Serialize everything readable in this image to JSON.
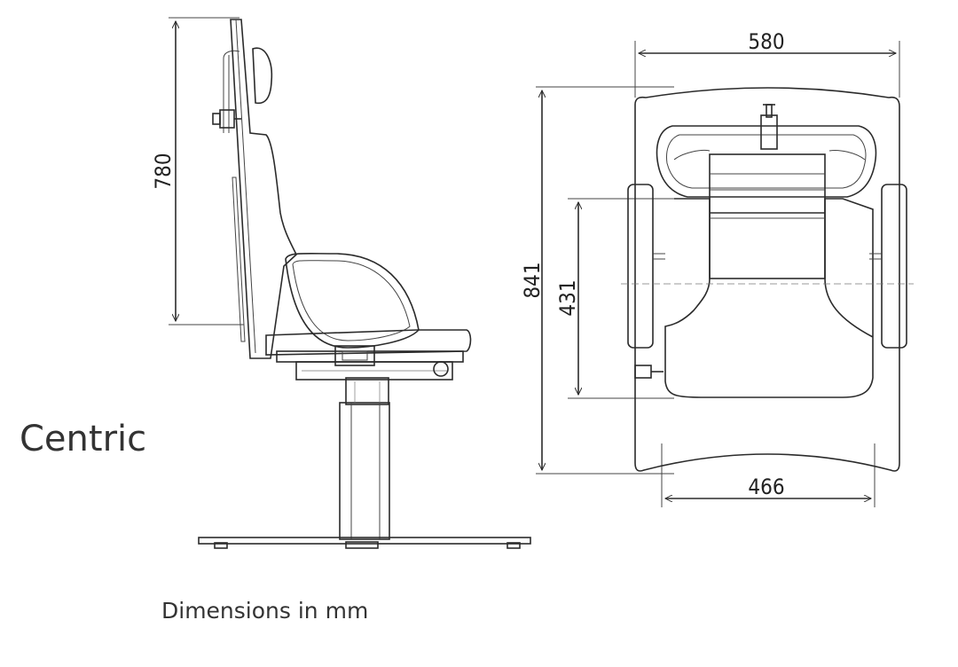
{
  "title": "Centric",
  "caption": "Dimensions in mm",
  "dimensions": {
    "side_height": "780",
    "top_width": "580",
    "top_depth": "841",
    "seat_depth": "431",
    "seat_width": "466"
  },
  "colors": {
    "line": "#2b2b2b",
    "text": "#333333",
    "background": "#ffffff"
  }
}
